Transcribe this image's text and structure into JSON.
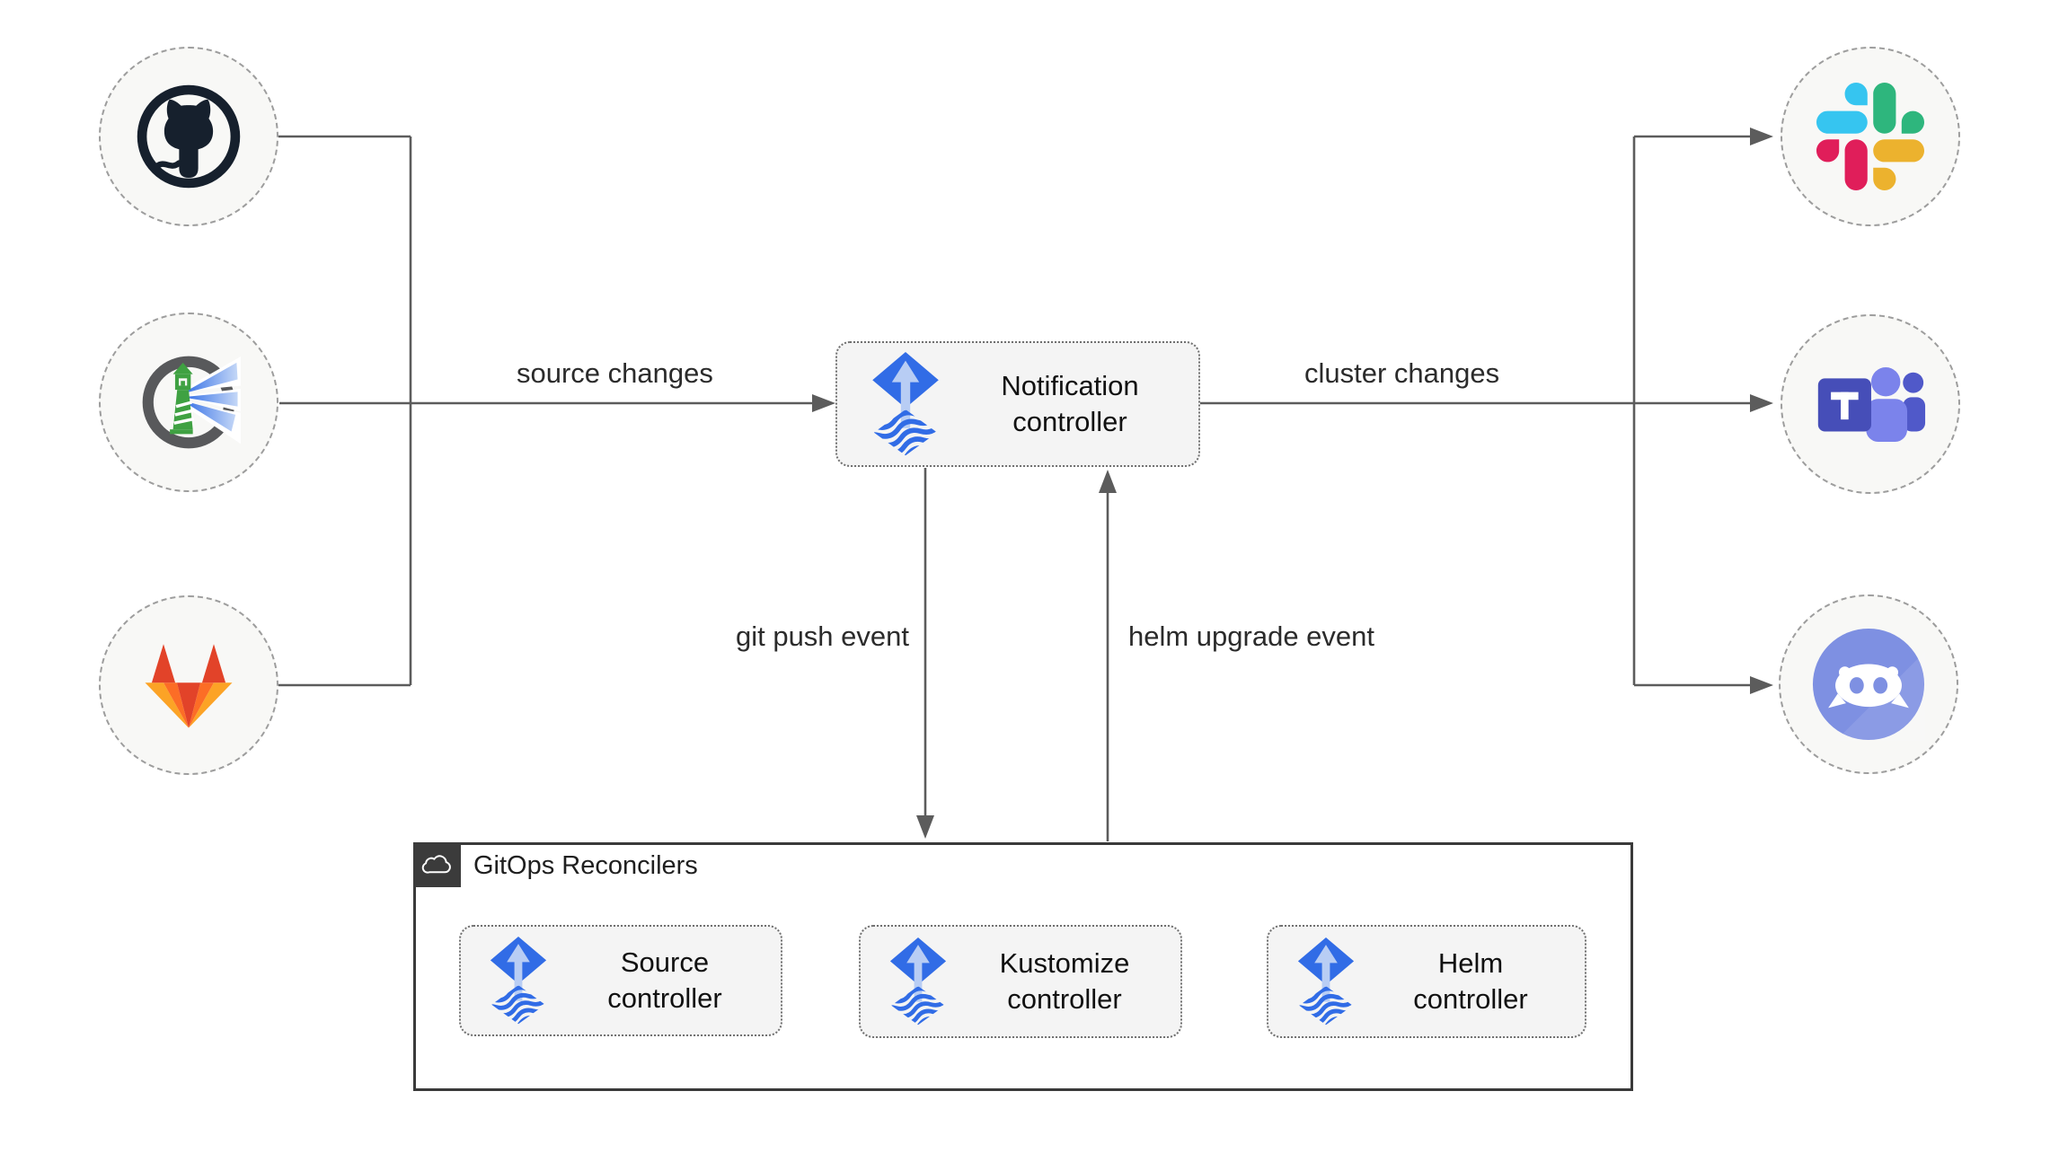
{
  "diagram": {
    "nodes": {
      "notification": {
        "label": "Notification controller",
        "icon": "flux-icon"
      },
      "source": {
        "label": "Source controller",
        "icon": "flux-icon"
      },
      "kustomize": {
        "label": "Kustomize controller",
        "icon": "flux-icon"
      },
      "helm": {
        "label": "Helm controller",
        "icon": "flux-icon"
      }
    },
    "group": {
      "title": "GitOps Reconcilers",
      "icon": "cloud-icon"
    },
    "edges": {
      "source_changes": "source changes",
      "cluster_changes": "cluster changes",
      "git_push_event": "git push event",
      "helm_upgrade_event": "helm upgrade event"
    },
    "icons": {
      "left_sources": [
        "github-icon",
        "harbor-icon",
        "gitlab-icon"
      ],
      "right_targets": [
        "slack-icon",
        "teams-icon",
        "discord-icon"
      ]
    },
    "colors": {
      "wire": "#5c5c5c",
      "node_fill": "#f4f4f4",
      "node_border": "#6f6f6f",
      "circle_fill": "#f8f8f6",
      "circle_border": "#9d9d9d",
      "group_border": "#3a3a3a",
      "group_chip": "#3b3b3b",
      "flux_blue": "#316ce6",
      "flux_light": "#b8cdf4",
      "github_dark": "#16202d",
      "gitlab_red": "#e24329",
      "gitlab_orange": "#fc6d26",
      "gitlab_yellow": "#fca326",
      "slack_blue": "#36c5f0",
      "slack_green": "#2eb67d",
      "slack_red": "#e01e5a",
      "slack_yellow": "#ecb22e",
      "teams_purple": "#464eb8",
      "discord_blurple": "#7e90e2",
      "harbor_gray": "#58595b",
      "harbor_green": "#3fa142"
    }
  }
}
